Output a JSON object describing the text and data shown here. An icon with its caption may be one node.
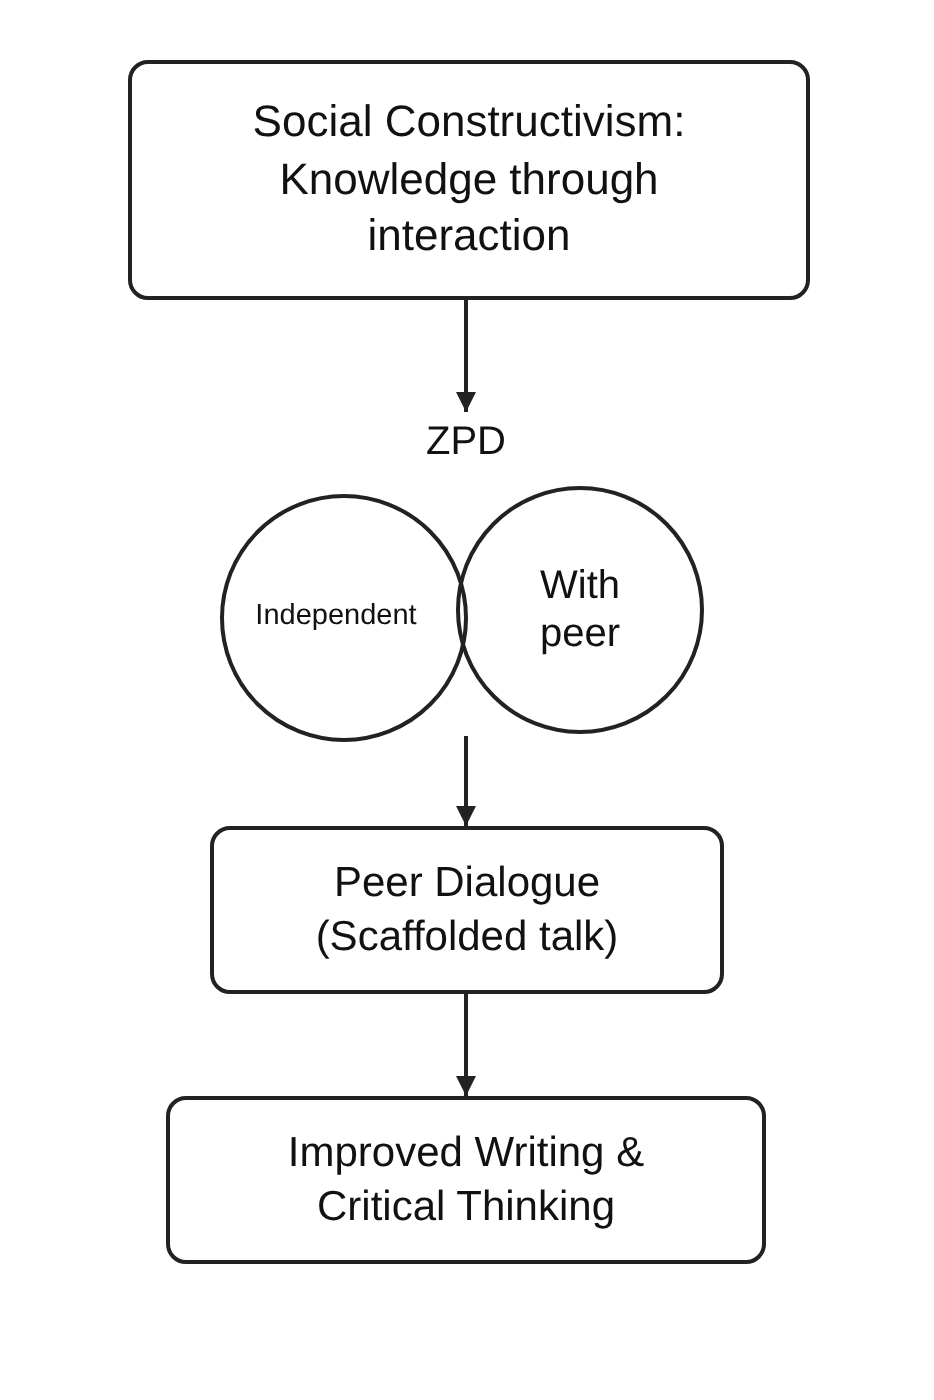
{
  "diagram": {
    "nodes": [
      {
        "text": [
          "Social Constructivism: Knowledge through interaction"
        ]
      },
      {
        "text": [
          "ZPD"
        ]
      },
      {
        "text": [
          "Independent"
        ]
      },
      {
        "text": [
          "With peer"
        ]
      },
      {
        "text": [
          "Peer Dialogue (Scaffolded talk)"
        ]
      },
      {
        "text": [
          "Improved Writing & Critical Thinking"
        ]
      }
    ],
    "edges": [
      {
        "from": 0,
        "to": 1,
        "arrow": "to"
      },
      {
        "from": 2,
        "to": 4,
        "arrow": "to"
      },
      {
        "from": 4,
        "to": 5,
        "arrow": "to"
      }
    ]
  }
}
